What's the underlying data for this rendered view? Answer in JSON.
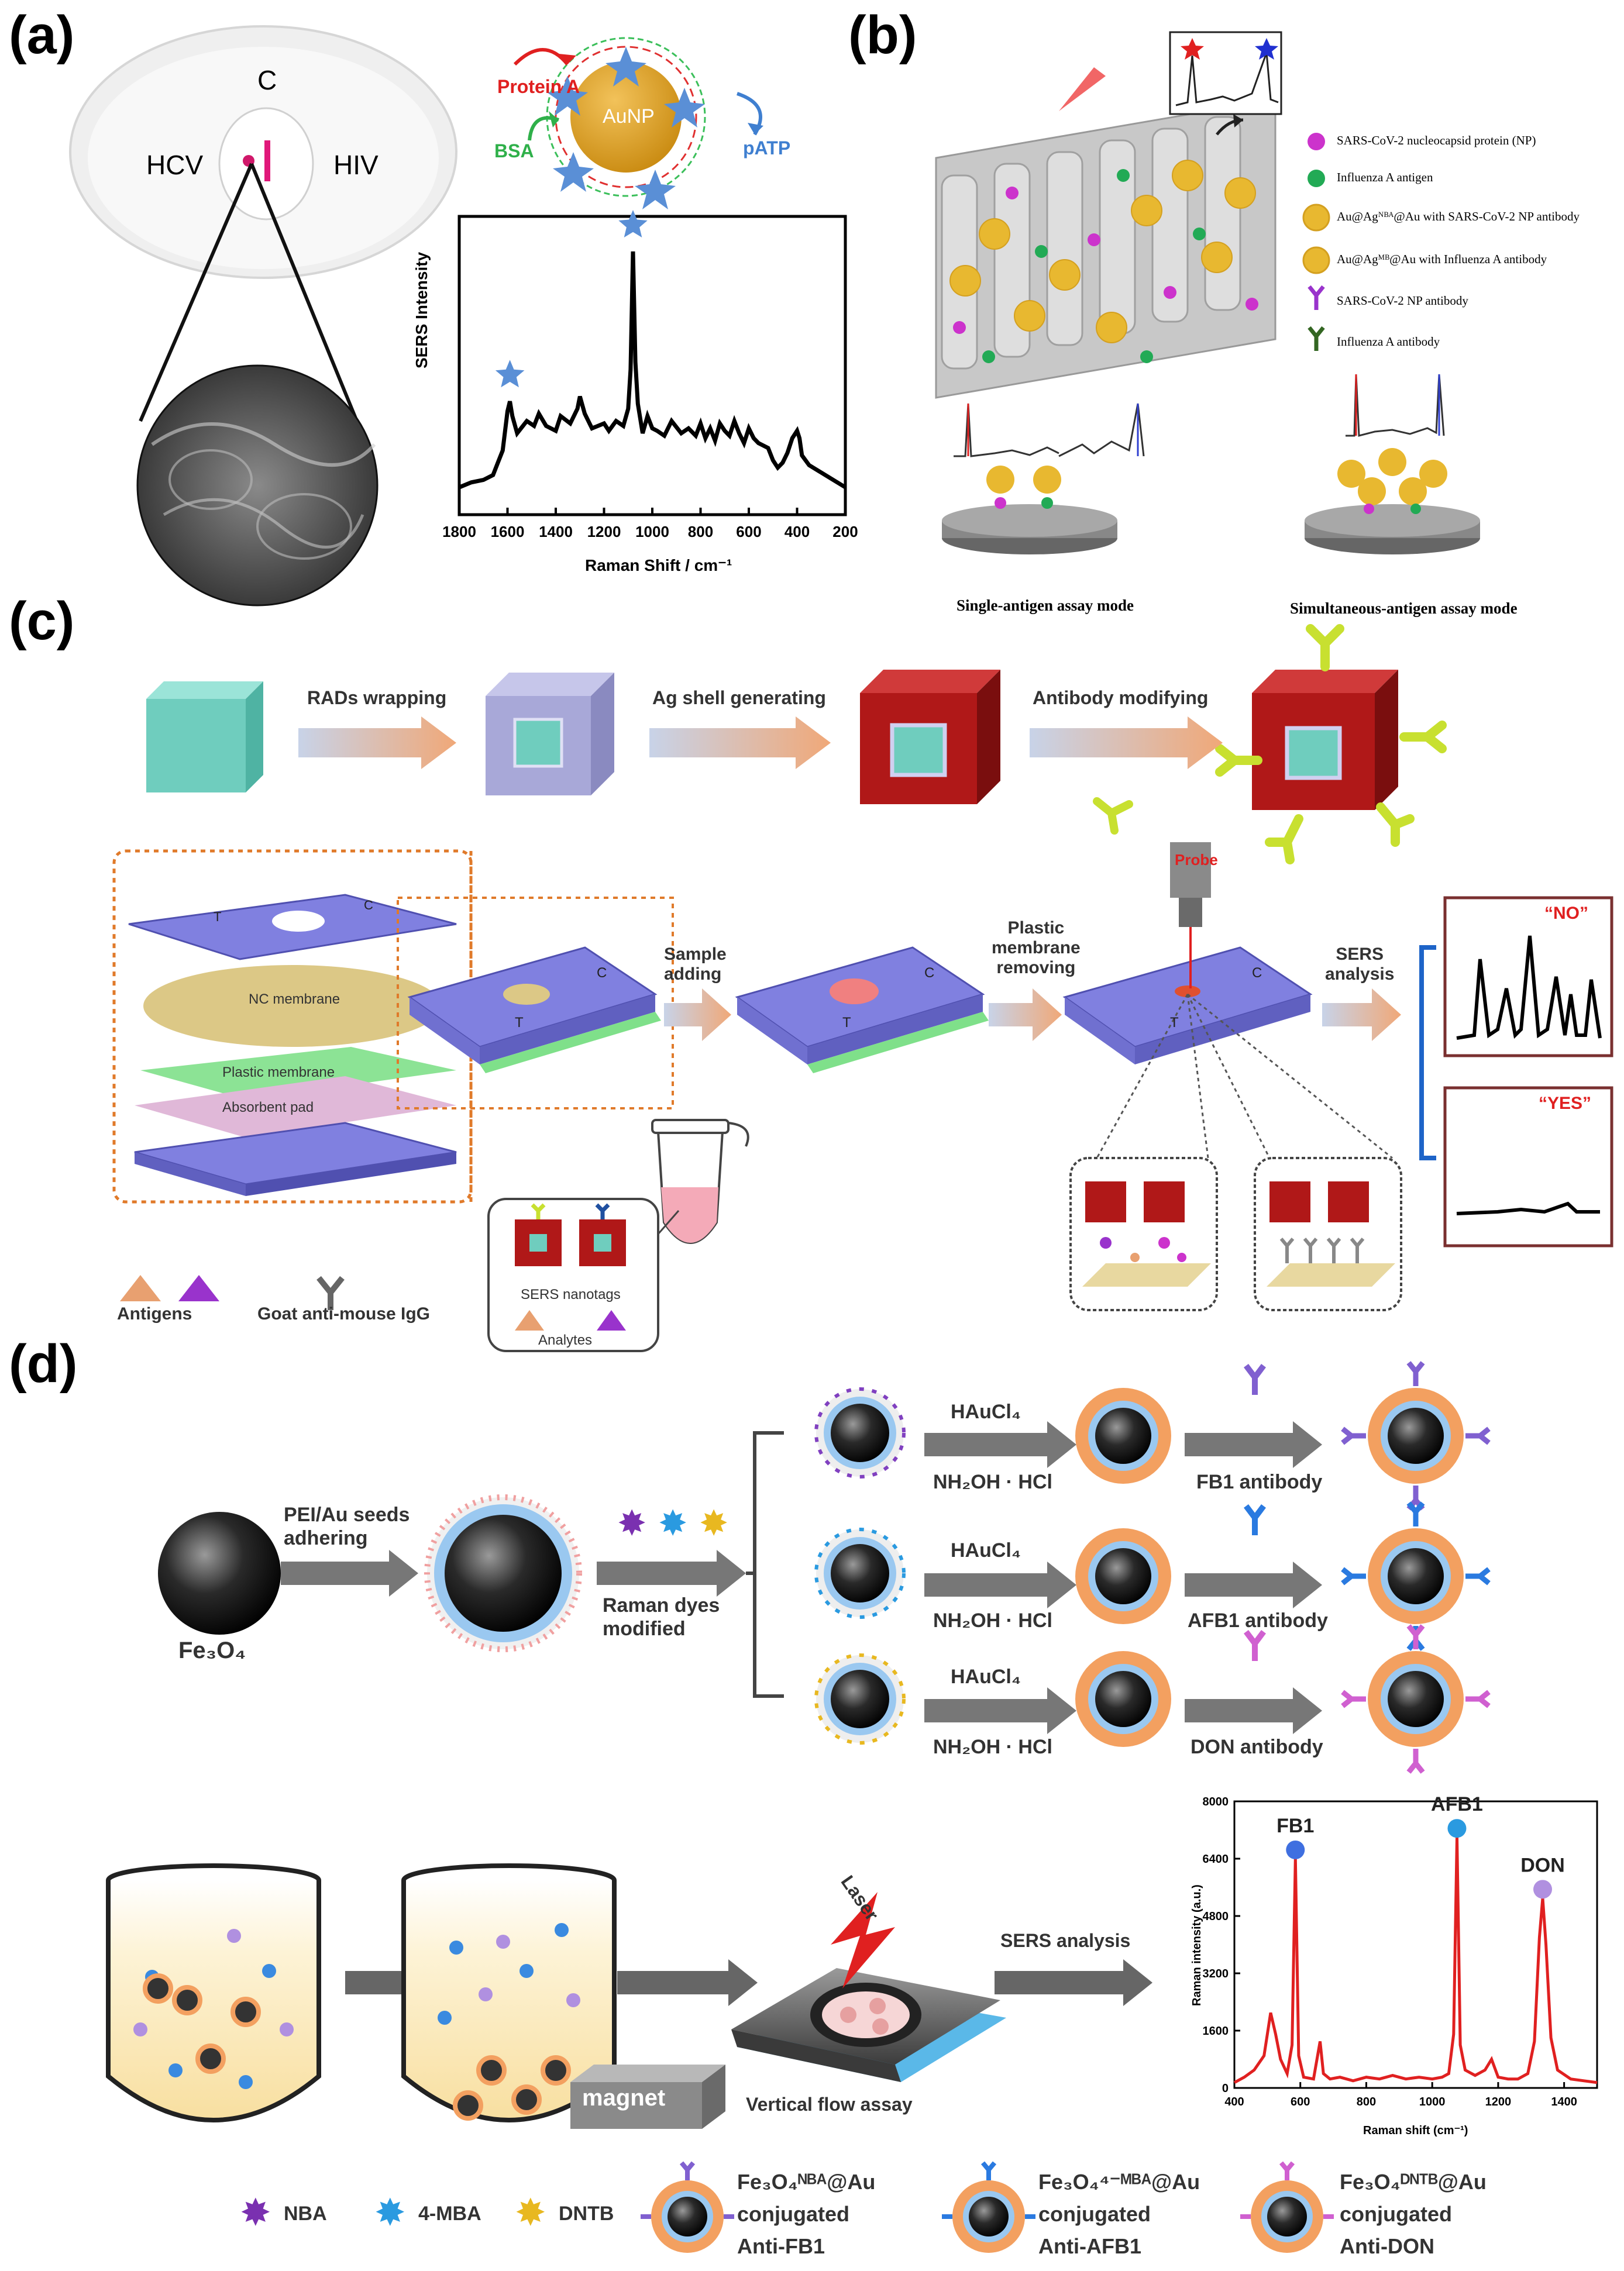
{
  "panels": {
    "a": "(a)",
    "b": "(b)",
    "c": "(c)",
    "d": "(d)"
  },
  "panel_a": {
    "device_labels": {
      "c": "C",
      "hcv": "HCV",
      "hiv": "HIV"
    },
    "nanoparticle": {
      "core": "AuNP",
      "protein_a": "Protein A",
      "bsa": "BSA",
      "patp": "pATP"
    },
    "chart_data": {
      "type": "line",
      "xlabel": "Raman Shift / cm⁻¹",
      "ylabel": "SERS Intensity",
      "xlim": [
        1800,
        200
      ],
      "x_ticks": [
        "1800",
        "1600",
        "1400",
        "1200",
        "1000",
        "800",
        "600",
        "400",
        "200"
      ],
      "peaks_marked": [
        1590,
        1080
      ],
      "x": [
        1800,
        1750,
        1700,
        1660,
        1640,
        1620,
        1600,
        1590,
        1580,
        1560,
        1520,
        1490,
        1470,
        1440,
        1400,
        1380,
        1340,
        1310,
        1300,
        1280,
        1250,
        1200,
        1180,
        1150,
        1120,
        1100,
        1090,
        1080,
        1070,
        1060,
        1040,
        1020,
        1000,
        980,
        950,
        920,
        880,
        850,
        820,
        800,
        780,
        760,
        740,
        720,
        700,
        680,
        660,
        640,
        620,
        600,
        580,
        560,
        520,
        500,
        480,
        460,
        440,
        420,
        400,
        390,
        380,
        350,
        300,
        250,
        200
      ],
      "y": [
        0.04,
        0.06,
        0.07,
        0.09,
        0.14,
        0.19,
        0.35,
        0.39,
        0.33,
        0.26,
        0.31,
        0.29,
        0.34,
        0.29,
        0.27,
        0.33,
        0.3,
        0.36,
        0.41,
        0.34,
        0.28,
        0.3,
        0.27,
        0.31,
        0.29,
        0.36,
        0.52,
        1.0,
        0.55,
        0.38,
        0.26,
        0.33,
        0.28,
        0.27,
        0.25,
        0.31,
        0.26,
        0.28,
        0.25,
        0.3,
        0.24,
        0.28,
        0.23,
        0.3,
        0.27,
        0.25,
        0.31,
        0.26,
        0.22,
        0.28,
        0.24,
        0.22,
        0.2,
        0.15,
        0.12,
        0.14,
        0.18,
        0.24,
        0.27,
        0.24,
        0.17,
        0.13,
        0.1,
        0.07,
        0.04
      ]
    }
  },
  "panel_b": {
    "legend": [
      {
        "label": "SARS-CoV-2 nucleocapsid protein (NP)",
        "color": "#cc33cc"
      },
      {
        "label": "Influenza A antigen",
        "color": "#22aa55"
      },
      {
        "label": "Au@Agᴺᴮᴬ@Au with SARS-CoV-2 NP antibody",
        "color": "#e8b830"
      },
      {
        "label": "Au@Agᴹᴮ@Au with Influenza A antibody",
        "color": "#e8b830"
      },
      {
        "label": "SARS-CoV-2 NP antibody",
        "color": "#9933cc"
      },
      {
        "label": "Influenza A antibody",
        "color": "#336622"
      }
    ],
    "mode_single": "Single-antigen assay mode",
    "mode_simultaneous": "Simultaneous-antigen assay mode"
  },
  "panel_c": {
    "steps": {
      "rads": "RADs wrapping",
      "ag": "Ag shell generating",
      "antibody": "Antibody modifying"
    },
    "layers": {
      "nc": "NC membrane",
      "plastic": "Plastic membrane",
      "absorbent": "Absorbent pad"
    },
    "strip_letters": {
      "t": "T",
      "c": "C"
    },
    "process": {
      "sample": "Sample\nadding",
      "plastic": "Plastic\nmembrane\nremoving",
      "probe": "Probe",
      "sers": "SERS\nanalysis"
    },
    "results": {
      "no": "“NO”",
      "yes": "“YES”"
    },
    "nanotags": "SERS nanotags",
    "analytes": "Analytes",
    "legend": {
      "antigens": "Antigens",
      "igg": "Goat anti-mouse IgG"
    }
  },
  "panel_d": {
    "fe3o4": "Fe₃O₄",
    "pei": "PEI/Au seeds\nadhering",
    "raman": "Raman dyes\nmodified",
    "haucl4": "HAuCl₄",
    "nh2oh": "NH₂OH · HCl",
    "antibodies": [
      "FB1 antibody",
      "AFB1 antibody",
      "DON antibody"
    ],
    "magnet": "magnet",
    "laser": "Laser",
    "vfa": "Vertical flow assay",
    "sers": "SERS analysis",
    "chart_data": {
      "type": "line",
      "xlabel": "Raman shift (cm⁻¹)",
      "ylabel": "Raman intensity (a.u.)",
      "xlim": [
        400,
        1500
      ],
      "ylim": [
        0,
        8000
      ],
      "x_ticks": [
        "400",
        "600",
        "800",
        "1000",
        "1200",
        "1400"
      ],
      "y_ticks": [
        "0",
        "1600",
        "3200",
        "4800",
        "6400",
        "8000"
      ],
      "peak_labels": [
        {
          "label": "FB1",
          "x": 585,
          "y": 6450
        },
        {
          "label": "AFB1",
          "x": 1075,
          "y": 7050
        },
        {
          "label": "DON",
          "x": 1335,
          "y": 5350
        }
      ],
      "series_color": "#e02020",
      "x": [
        400,
        430,
        460,
        490,
        510,
        525,
        540,
        560,
        575,
        585,
        595,
        610,
        640,
        660,
        670,
        690,
        720,
        760,
        800,
        840,
        880,
        920,
        960,
        1000,
        1030,
        1050,
        1065,
        1075,
        1085,
        1100,
        1130,
        1160,
        1180,
        1200,
        1230,
        1260,
        1290,
        1310,
        1325,
        1335,
        1345,
        1360,
        1380,
        1420,
        1460,
        1500
      ],
      "y": [
        150,
        300,
        500,
        900,
        2100,
        1500,
        800,
        400,
        1200,
        6400,
        900,
        300,
        250,
        1300,
        400,
        250,
        300,
        200,
        300,
        250,
        350,
        250,
        300,
        250,
        300,
        400,
        1500,
        7000,
        1200,
        500,
        350,
        500,
        800,
        300,
        250,
        250,
        400,
        1300,
        4200,
        5300,
        4000,
        1400,
        500,
        250,
        200,
        150
      ]
    },
    "legend_dyes": [
      "NBA",
      "4-MBA",
      "DNTB"
    ],
    "legend_conj": [
      {
        "name": "Fe₃O₄ᴺᴮᴬ@Au",
        "line2": "conjugated",
        "line3": "Anti-FB1"
      },
      {
        "name": "Fe₃O₄⁴⁻ᴹᴮᴬ@Au",
        "line2": "conjugated",
        "line3": "Anti-AFB1"
      },
      {
        "name": "Fe₃O₄ᴰᴺᵀᴮ@Au",
        "line2": "conjugated",
        "line3": "Anti-DON"
      }
    ]
  },
  "colors": {
    "arrow_peach": "#e8b894",
    "cube_teal": "#6fcdbe",
    "shell_red": "#b01818",
    "strip_blue": "#7e7ee0",
    "sers_red": "#e02020",
    "dashed_orange": "#e07a2a"
  }
}
